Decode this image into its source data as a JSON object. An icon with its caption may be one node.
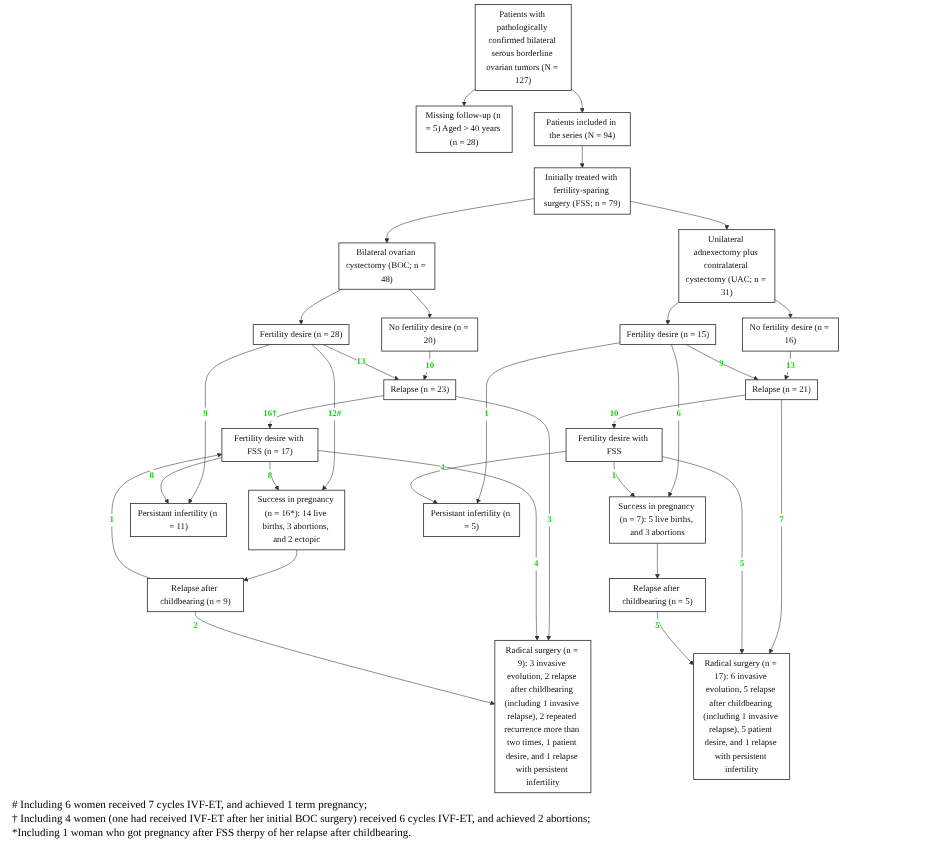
{
  "diagram": {
    "nodes": [
      {
        "text": [
          "Patients with pathologically confirmed bilateral serous borderline ovarian tumors (N = 127)"
        ]
      },
      {
        "text": [
          "Missing follow-up (n = 5) Aged > 40 years (n = 28)"
        ]
      },
      {
        "text": [
          "Patients included in the series (N = 94)"
        ]
      },
      {
        "text": [
          "Initially treated with fertility-sparing surgery (FSS; n = 79)"
        ]
      },
      {
        "text": [
          "Bilateral ovarian cystectomy (BOC; n = 48)"
        ]
      },
      {
        "text": [
          "Unilateral adnexectomy plus contralateral cystectomy (UAC; n = 31)"
        ]
      },
      {
        "text": [
          "No fertility desire (n = 20)"
        ]
      },
      {
        "text": [
          "Fertility desire (n = 28)"
        ]
      },
      {
        "text": [
          "Relapse (n = 23)"
        ]
      },
      {
        "text": [
          "Persistant infertility (n = 11)"
        ]
      },
      {
        "text": [
          "Fertility desire with FSS (n = 17)"
        ]
      },
      {
        "text": [
          "Success in pregnancy (n = 16*): 14 live births, 3 abortions, and 2 ectopic"
        ]
      },
      {
        "text": [
          "Radical surgery (n = 9): 3 invasive evolution, 2 relapse after childbearing (including 1 invasive relapse), 2 repeated recurrence more than two times, 1 patient desire, and 1 relapse with persistent infertility"
        ]
      },
      {
        "text": [
          "Relapse after childbearing (n = 9)"
        ]
      },
      {
        "text": [
          "No fertility desire (n = 16)"
        ]
      },
      {
        "text": [
          "Fertility desire (n = 15)"
        ]
      },
      {
        "text": [
          "Relapse (n = 21)"
        ]
      },
      {
        "text": [
          "Persistant infertility (n = 5)"
        ]
      },
      {
        "text": [
          "Fertility desire with FSS"
        ]
      },
      {
        "text": [
          "Success in pregnancy (n = 7): 5 live births, and 3 abortions"
        ]
      },
      {
        "text": [
          "Radical surgery (n = 17): 6 invasive evolution, 5 relapse after childbearing (including 1 invasive relapse), 5 patient desire, and 1 relapse with persistent infertility"
        ]
      },
      {
        "text": [
          "Relapse after childbearing (n = 5)"
        ]
      }
    ],
    "edges": [
      {
        "from": 0,
        "to": 1,
        "arrow": "to"
      },
      {
        "from": 0,
        "to": 2,
        "arrow": "to"
      },
      {
        "from": 2,
        "to": 3,
        "arrow": "to"
      },
      {
        "from": 3,
        "to": 4,
        "arrow": "to"
      },
      {
        "from": 3,
        "to": 5,
        "arrow": "to"
      },
      {
        "from": 4,
        "to": 6,
        "arrow": "to"
      },
      {
        "from": 4,
        "to": 7,
        "arrow": "to"
      },
      {
        "from": 6,
        "to": 8,
        "arrow": "to",
        "label": "10"
      },
      {
        "from": 7,
        "to": 8,
        "arrow": "to",
        "label": "13"
      },
      {
        "from": 7,
        "to": 9,
        "arrow": "to",
        "label": "9"
      },
      {
        "from": 7,
        "to": 11,
        "arrow": "to",
        "label": "12#"
      },
      {
        "from": 8,
        "to": 10,
        "arrow": "to",
        "label": "16†"
      },
      {
        "from": 8,
        "to": 12,
        "arrow": "to",
        "label": "3"
      },
      {
        "from": 10,
        "to": 9,
        "arrow": "to",
        "label": "8"
      },
      {
        "from": 10,
        "to": 11,
        "arrow": "to",
        "label": "8"
      },
      {
        "from": 10,
        "to": 12,
        "arrow": "to",
        "label": "4"
      },
      {
        "from": 11,
        "to": 13,
        "arrow": "to"
      },
      {
        "from": 13,
        "to": 12,
        "arrow": "to",
        "label": "2"
      },
      {
        "from": 13,
        "to": 10,
        "arrow": "to",
        "label": "1"
      },
      {
        "from": 5,
        "to": 14,
        "arrow": "to"
      },
      {
        "from": 5,
        "to": 15,
        "arrow": "to"
      },
      {
        "from": 14,
        "to": 16,
        "arrow": "to",
        "label": "13"
      },
      {
        "from": 15,
        "to": 16,
        "arrow": "to",
        "label": "9"
      },
      {
        "from": 15,
        "to": 17,
        "arrow": "to",
        "label": "1"
      },
      {
        "from": 15,
        "to": 19,
        "arrow": "to",
        "label": "6"
      },
      {
        "from": 16,
        "to": 18,
        "arrow": "to",
        "label": "10"
      },
      {
        "from": 16,
        "to": 20,
        "arrow": "to",
        "label": "7"
      },
      {
        "from": 18,
        "to": 17,
        "arrow": "to",
        "label": "4"
      },
      {
        "from": 18,
        "to": 19,
        "arrow": "to",
        "label": "1"
      },
      {
        "from": 18,
        "to": 20,
        "arrow": "to",
        "label": "5"
      },
      {
        "from": 19,
        "to": 21,
        "arrow": "to"
      },
      {
        "from": 21,
        "to": 20,
        "arrow": "to",
        "label": "5"
      }
    ],
    "labels": [
      "# Including 6 women received 7 cycles IVF-ET, and achieved 1 term pregnancy;",
      "† Including 4 women (one had received IVF-ET after her initial BOC surgery) received 6 cycles IVF-ET, and achieved 2 abortions;",
      "*Including 1 woman who got pregnancy after FSS therpy of her relapse after childbearing."
    ]
  }
}
